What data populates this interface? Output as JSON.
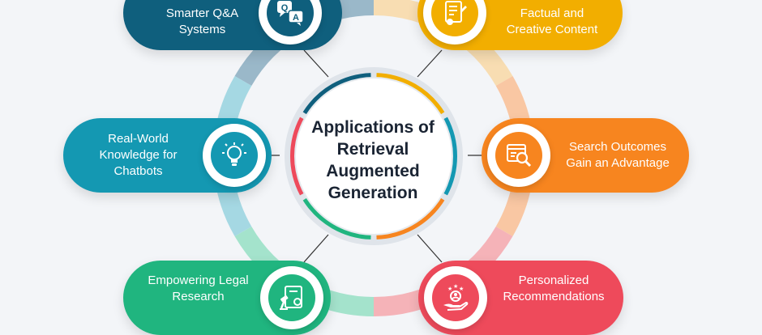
{
  "diagram": {
    "title": "Applications of\nRetrieval\nAugmented\nGeneration",
    "nodes": [
      {
        "id": "qa",
        "label": "Smarter Q&A\nSystems",
        "color": "#0f5f7d",
        "icon": "qa-chat-icon"
      },
      {
        "id": "factual",
        "label": "Factual and\nCreative Content",
        "color": "#f2ae00",
        "icon": "document-pen-icon"
      },
      {
        "id": "chatbots",
        "label": "Real-World\nKnowledge for\nChatbots",
        "color": "#1498b2",
        "icon": "lightbulb-icon"
      },
      {
        "id": "search",
        "label": "Search Outcomes\nGain an Advantage",
        "color": "#f7851f",
        "icon": "search-window-icon"
      },
      {
        "id": "legal",
        "label": "Empowering Legal\nResearch",
        "color": "#20b57f",
        "icon": "gavel-document-icon"
      },
      {
        "id": "personalized",
        "label": "Personalized\nRecommendations",
        "color": "#ee4a5b",
        "icon": "hand-user-stars-icon"
      }
    ],
    "ring_colors": [
      "#9ab8c9",
      "#f8ddb2",
      "#f9c7a3",
      "#f5b3b8",
      "#a4e3cc",
      "#a5d8e3"
    ]
  }
}
